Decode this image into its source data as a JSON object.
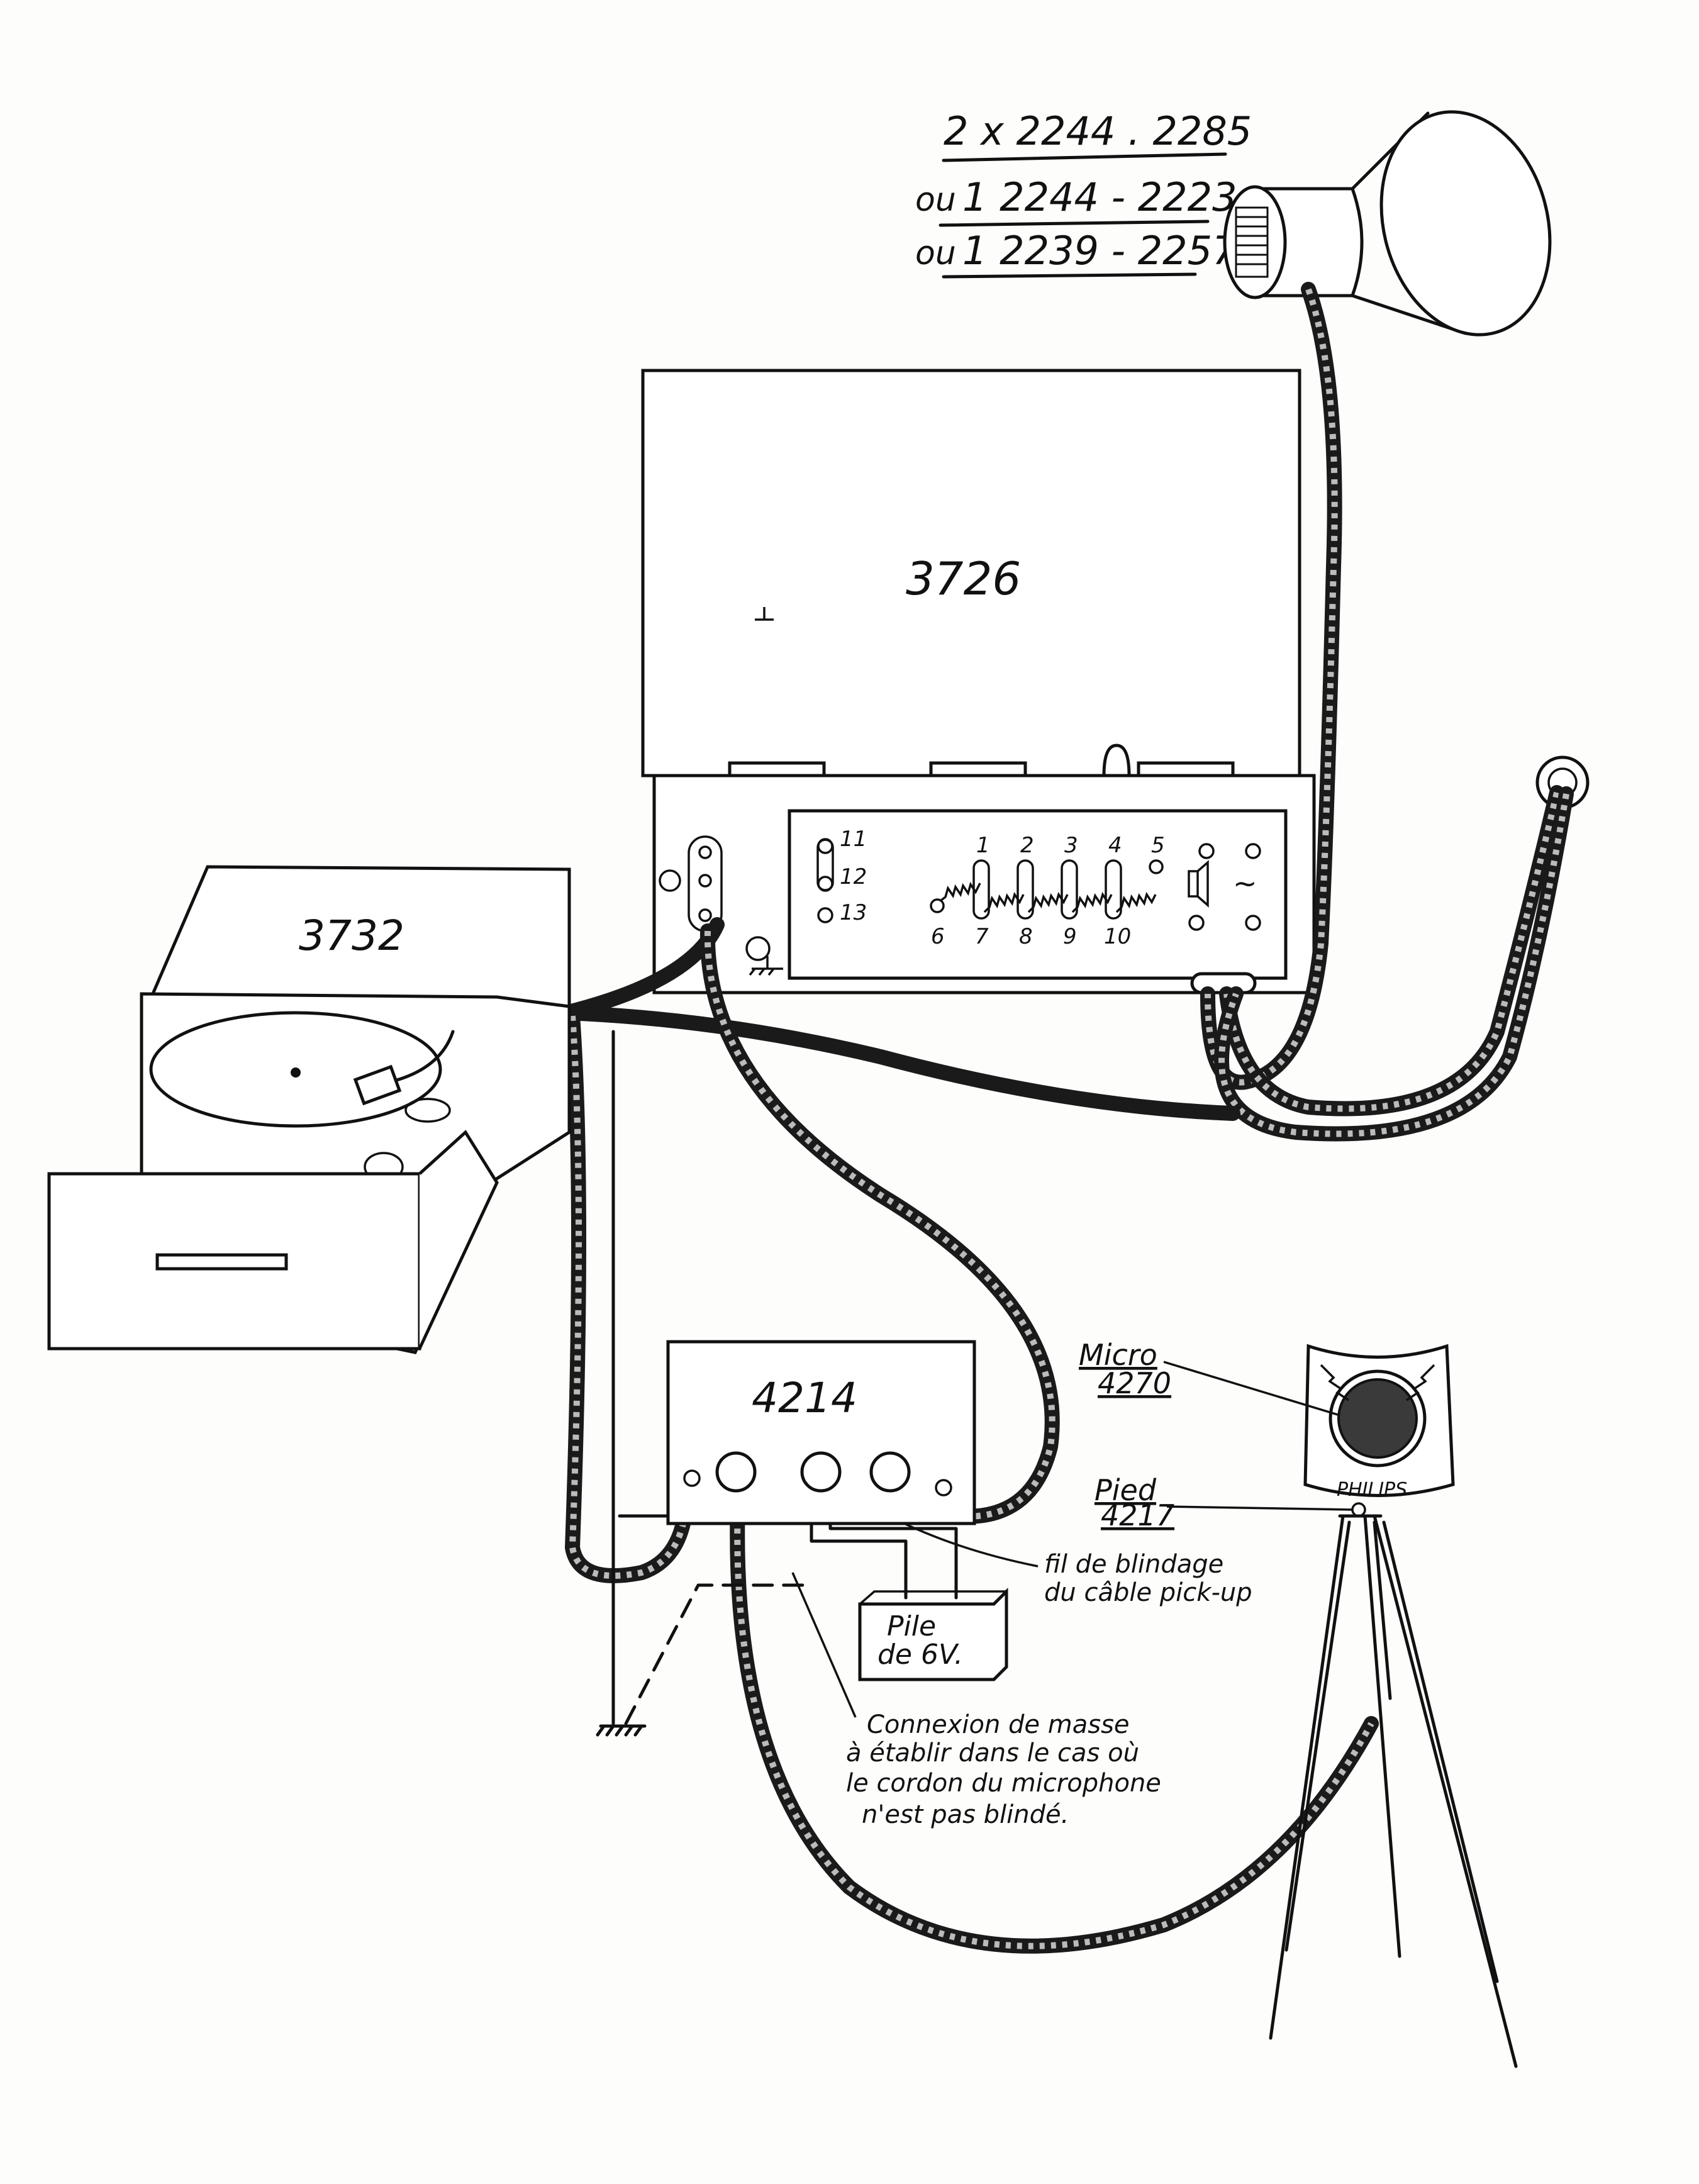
{
  "speaker_refs": {
    "line1": "2 x 2244 . 2285",
    "line2_prefix": "ou",
    "line2": "1  2244 - 2223",
    "line3_prefix": "ou",
    "line3": "1  2239 - 2257"
  },
  "amplifier": {
    "label": "3726",
    "terminals_left": [
      "11",
      "12",
      "13"
    ],
    "terminals_top": [
      "1",
      "2",
      "3",
      "4",
      "5"
    ],
    "terminals_bottom": [
      "6",
      "7",
      "8",
      "9",
      "10"
    ],
    "ac_symbol": "~"
  },
  "turntable": {
    "label": "3732"
  },
  "preamp": {
    "label": "4214"
  },
  "battery": {
    "line1": "Pile",
    "line2": "de 6V."
  },
  "microphone": {
    "label": "Micro",
    "model": "4270",
    "brand": "PHILIPS"
  },
  "stand": {
    "label": "Pied",
    "model": "4217"
  },
  "shield_note": {
    "line1": "fil de blindage",
    "line2": "du câble pick-up"
  },
  "ground_note": {
    "line1": "Connexion de masse",
    "line2": "à établir dans le cas où",
    "line3": "le cordon du microphone",
    "line4": "n'est pas blindé."
  }
}
